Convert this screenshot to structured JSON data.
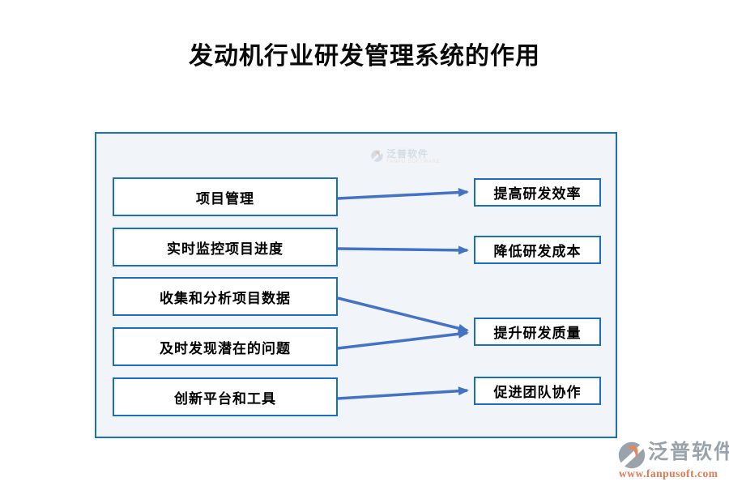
{
  "page": {
    "title": "发动机行业研发管理系统的作用"
  },
  "watermark": {
    "brand": "泛普软件",
    "subtext": "FANPU SOFTWARE"
  },
  "diagram": {
    "left_items": [
      "项目管理",
      "实时监控项目进度",
      "收集和分析项目数据",
      "及时发现潜在的问题",
      "创新平台和工具"
    ],
    "right_items": [
      "提高研发效率",
      "降低研发成本",
      "提升研发质量",
      "促进团队协作"
    ],
    "connections": [
      {
        "from": "项目管理",
        "to": "提高研发效率"
      },
      {
        "from": "实时监控项目进度",
        "to": "降低研发成本"
      },
      {
        "from": "收集和分析项目数据",
        "to": "提升研发质量"
      },
      {
        "from": "及时发现潜在的问题",
        "to": "提升研发质量"
      },
      {
        "from": "创新平台和工具",
        "to": "促进团队协作"
      }
    ]
  },
  "footer": {
    "brand": "泛普软件",
    "website": "www.fanpusoft.com"
  },
  "colors": {
    "panel_bg": "#f1f5fa",
    "border_blue": "#1a6ebd",
    "arrow_blue": "#4472c4",
    "logo_gray": "#9aa2ab",
    "logo_orange": "#df8a62",
    "title_black": "#0a0a0a"
  }
}
